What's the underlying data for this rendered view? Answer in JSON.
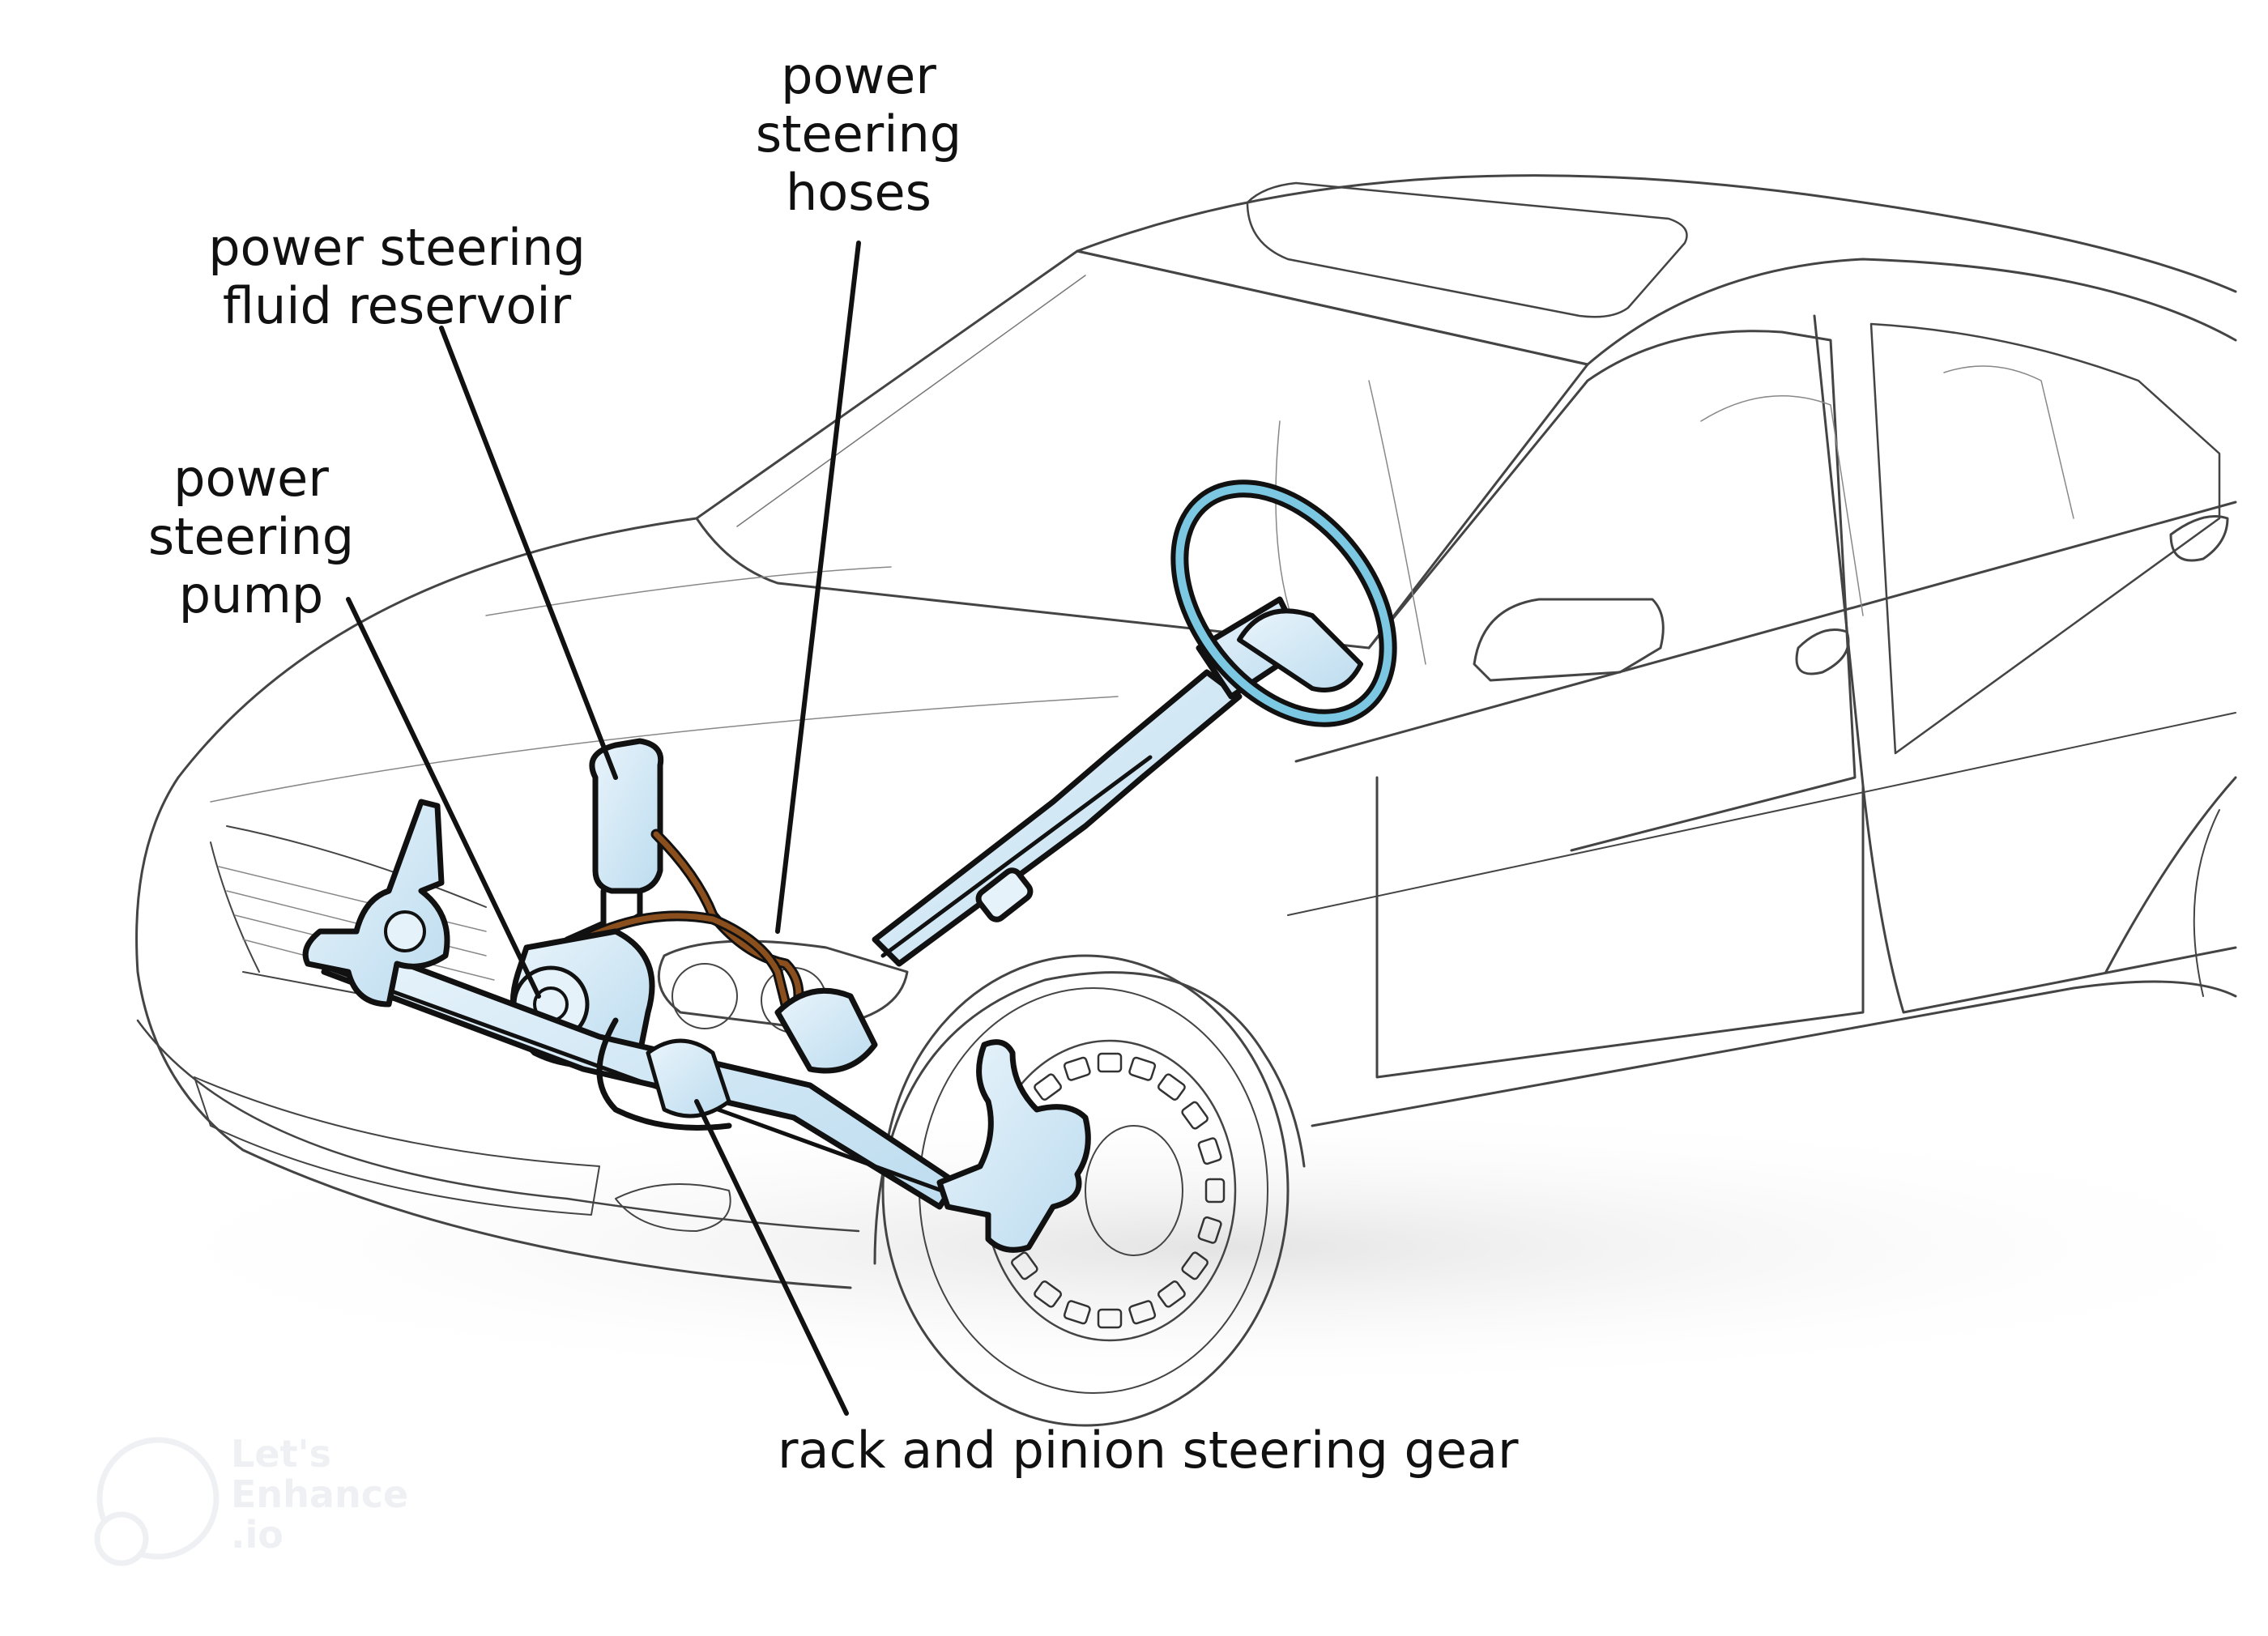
{
  "diagram": {
    "title": "Power steering system components",
    "subject": "car cutaway line drawing with highlighted steering system",
    "colors": {
      "outline": "#111111",
      "car_line": "#555555",
      "component_fill": "#cfe6f5",
      "component_fill_light": "#e6f2fa",
      "hose": "#8a4f1c",
      "wheel_ring": "#6fc2dd",
      "watermark": "#eef0f3"
    },
    "labels": {
      "hoses": {
        "lines": [
          "power",
          "steering",
          "hoses"
        ]
      },
      "reservoir": {
        "lines": [
          "power steering",
          "fluid reservoir"
        ]
      },
      "pump": {
        "lines": [
          "power",
          "steering",
          "pump"
        ]
      },
      "rack": {
        "lines": [
          "rack and pinion steering gear"
        ]
      }
    },
    "components": [
      {
        "id": "steering-wheel",
        "name": "steering wheel"
      },
      {
        "id": "steering-column",
        "name": "steering column"
      },
      {
        "id": "fluid-reservoir",
        "name": "power steering fluid reservoir"
      },
      {
        "id": "pump",
        "name": "power steering pump"
      },
      {
        "id": "hoses",
        "name": "power steering hoses"
      },
      {
        "id": "rack-and-pinion",
        "name": "rack and pinion steering gear"
      },
      {
        "id": "left-knuckle",
        "name": "left steering knuckle"
      },
      {
        "id": "right-knuckle",
        "name": "right steering knuckle"
      }
    ],
    "watermark": {
      "lines": [
        "Let's",
        "Enhance",
        ".io"
      ]
    }
  }
}
